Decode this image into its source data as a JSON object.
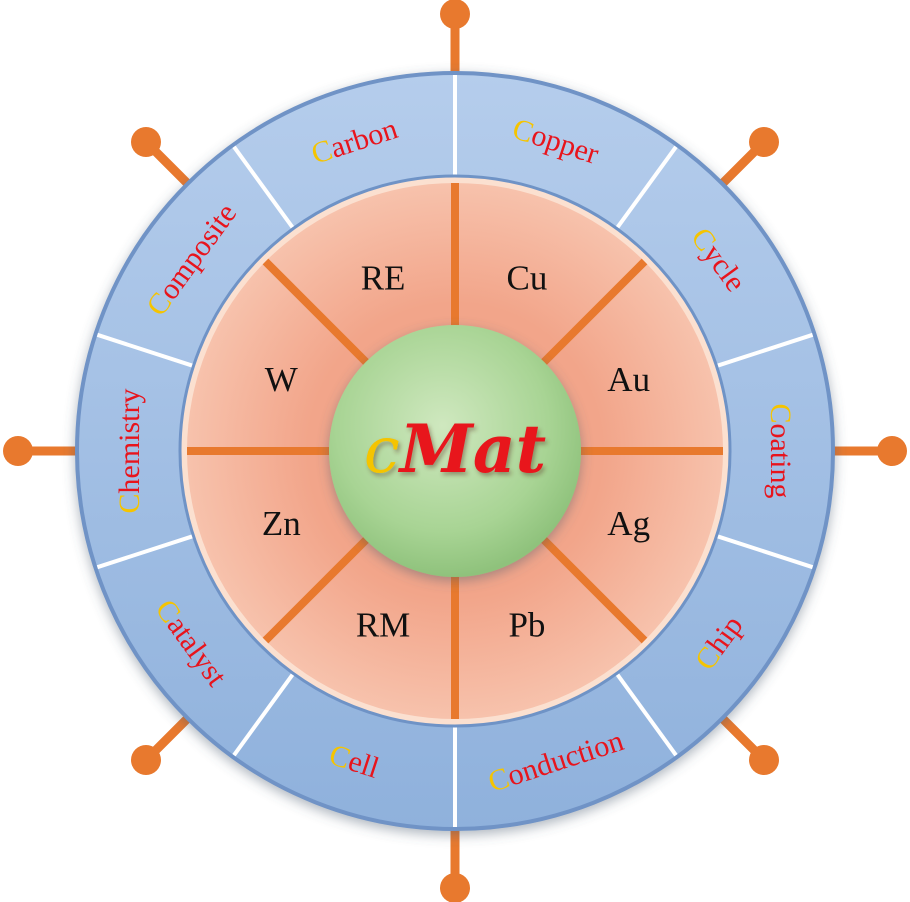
{
  "center": {
    "prefix": "c",
    "word": "Mat",
    "prefix_color": "#F5C400",
    "word_color": "#E8141C"
  },
  "inner_segments": [
    "Cu",
    "Au",
    "Ag",
    "Pb",
    "RM",
    "Zn",
    "W",
    "RE"
  ],
  "outer_segments": [
    {
      "initial": "C",
      "rest": "arbon"
    },
    {
      "initial": "C",
      "rest": "opper"
    },
    {
      "initial": "C",
      "rest": "ycle"
    },
    {
      "initial": "C",
      "rest": "oating"
    },
    {
      "initial": "C",
      "rest": "hip"
    },
    {
      "initial": "C",
      "rest": "onduction"
    },
    {
      "initial": "C",
      "rest": "ell"
    },
    {
      "initial": "C",
      "rest": "atalyst"
    },
    {
      "initial": "C",
      "rest": "hemistry"
    },
    {
      "initial": "C",
      "rest": "omposite"
    }
  ],
  "colors": {
    "handle": "#E8792E",
    "ring_blue": "#9DBDE3",
    "ring_edge": "#6F93C6",
    "inner_fill": "#F4B49A",
    "spoke": "#E8792E",
    "hub_green": "#A8D494",
    "initial_yellow": "#F5C400",
    "label_red": "#E8141C"
  }
}
